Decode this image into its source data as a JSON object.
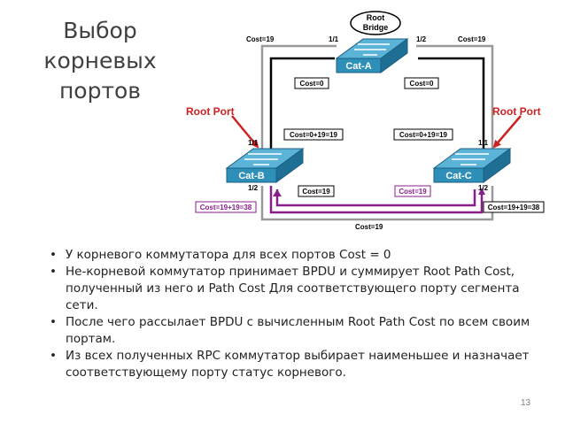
{
  "title_lines": [
    "Выбор",
    "корневых",
    "портов"
  ],
  "diagram": {
    "root_bridge_label_1": "Root",
    "root_bridge_label_2": "Bridge",
    "switches": {
      "a": "Cat-A",
      "b": "Cat-B",
      "c": "Cat-C"
    },
    "cost_ab_top": "Cost=19",
    "cost_ac_top": "Cost=19",
    "port_a_1": "1/1",
    "port_a_2": "1/2",
    "cost_zero_left": "Cost=0",
    "cost_zero_right": "Cost=0",
    "root_port_left": "Root Port",
    "root_port_right": "Root Port",
    "sum_left": "Cost=0+19=19",
    "sum_right": "Cost=0+19=19",
    "port_b_1": "1/1",
    "port_b_2": "1/2",
    "port_c_1": "1/1",
    "port_c_2": "1/2",
    "cost_b_out": "Cost=19",
    "cost_c_out": "Cost=19",
    "cost_b_total": "Cost=19+19=38",
    "cost_c_total": "Cost=19+19=38",
    "cost_bc_bottom": "Cost=19",
    "colors": {
      "switch": "#2e8fb8",
      "root_port": "#cc2222",
      "purple": "#8b1c8b",
      "link": "#999999"
    }
  },
  "bullets": [
    "У корневого коммутатора для всех портов Cost = 0",
    "Не-корневой коммутатор принимает BPDU и суммирует Root Path Cost, полученный из него и Path Cost Для соответствующего порту сегмента сети.",
    "После чего рассылает BPDU с вычисленным Root Path Cost по всем своим портам.",
    "Из всех полученных RPC коммутатор выбирает наименьшее и назначает соответствующему порту статус корневого."
  ],
  "page_number": "13"
}
